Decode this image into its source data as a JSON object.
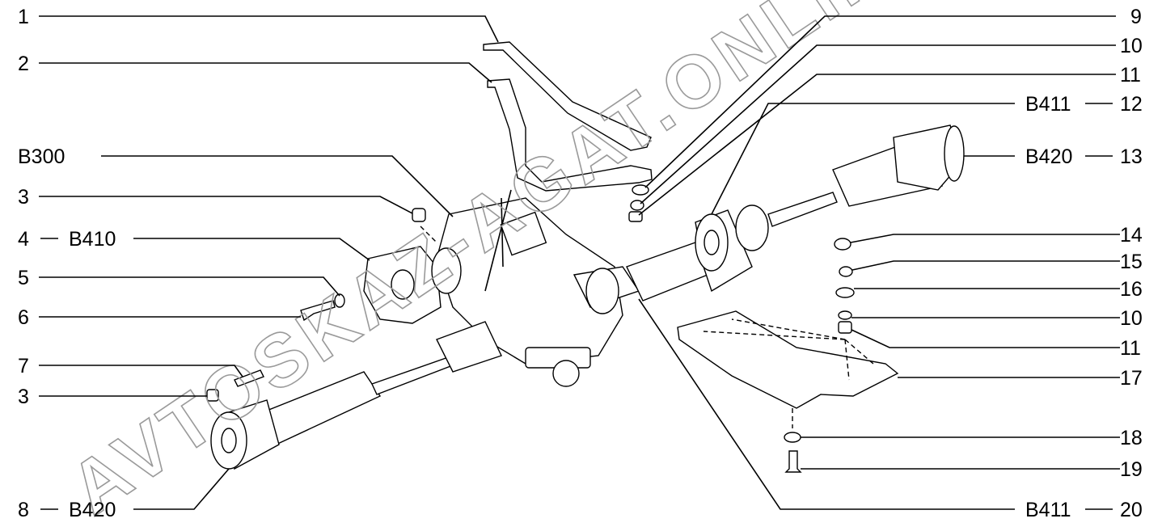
{
  "watermark": "AVTOSKAZ-AGAT.ONLINE",
  "labels_left": {
    "l1": "1",
    "l2": "2",
    "b300": "B300",
    "l3a": "3",
    "l4": "4",
    "b410": "B410",
    "l5": "5",
    "l6": "6",
    "l7": "7",
    "l3b": "3",
    "l8": "8",
    "b420a": "B420"
  },
  "labels_right": {
    "l9": "9",
    "l10a": "10",
    "l11a": "11",
    "b411a": "B411",
    "l12": "12",
    "b420b": "B420",
    "l13": "13",
    "l14": "14",
    "l15": "15",
    "l16": "16",
    "l10b": "10",
    "l11b": "11",
    "l17": "17",
    "l18": "18",
    "l19": "19",
    "b411b": "B411",
    "l20": "20"
  }
}
